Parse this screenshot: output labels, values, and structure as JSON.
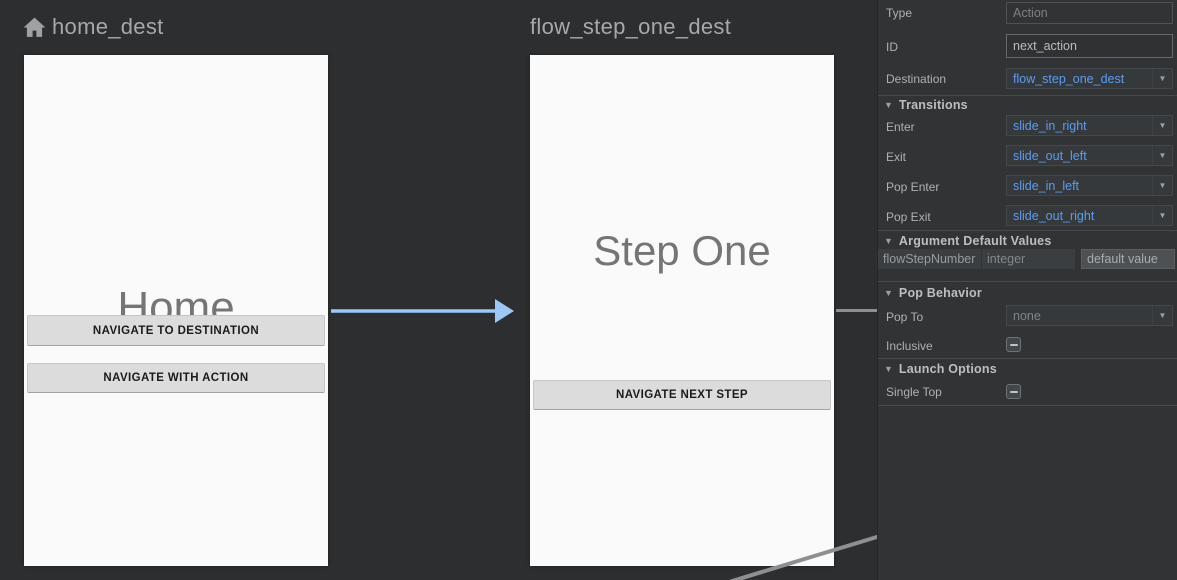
{
  "canvas": {
    "destinations": [
      {
        "title": "home_dest",
        "is_start_destination": true,
        "screen_label": "Home",
        "buttons": [
          "NAVIGATE TO DESTINATION",
          "NAVIGATE WITH ACTION"
        ]
      },
      {
        "title": "flow_step_one_dest",
        "is_start_destination": false,
        "screen_label": "Step One",
        "buttons": [
          "NAVIGATE NEXT STEP"
        ]
      }
    ],
    "colors": {
      "action_arrow": "#9cc8f5",
      "other_edge_line": "#8d8f91"
    }
  },
  "panel": {
    "attributes": {
      "type": {
        "label": "Type",
        "placeholder": "Action"
      },
      "id": {
        "label": "ID",
        "value": "next_action"
      },
      "destination": {
        "label": "Destination",
        "value": "flow_step_one_dest"
      }
    },
    "transitions": {
      "header": "Transitions",
      "rows": [
        {
          "label": "Enter",
          "value": "slide_in_right"
        },
        {
          "label": "Exit",
          "value": "slide_out_left"
        },
        {
          "label": "Pop Enter",
          "value": "slide_in_left"
        },
        {
          "label": "Pop Exit",
          "value": "slide_out_right"
        }
      ]
    },
    "argument_default_values": {
      "header": "Argument Default Values",
      "rows": [
        {
          "name": "flowStepNumber",
          "type": "integer",
          "default_placeholder": "default value"
        }
      ]
    },
    "pop_behavior": {
      "header": "Pop Behavior",
      "pop_to": {
        "label": "Pop To",
        "value": "none"
      },
      "inclusive": {
        "label": "Inclusive",
        "state": "indeterminate"
      }
    },
    "launch_options": {
      "header": "Launch Options",
      "single_top": {
        "label": "Single Top",
        "state": "indeterminate"
      }
    },
    "accent_color": "#5c9cf0"
  }
}
